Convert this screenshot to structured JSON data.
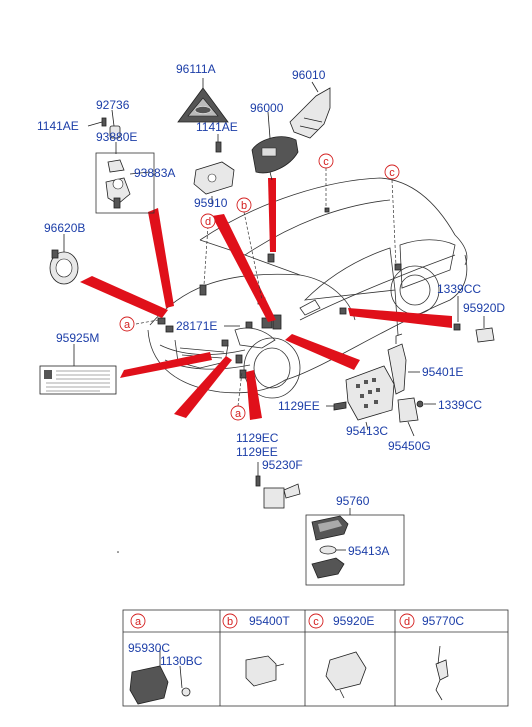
{
  "part_labels": {
    "p96111A": "96111A",
    "p96010": "96010",
    "p92736": "92736",
    "p96000": "96000",
    "p1141AE_l": "1141AE",
    "p93880E": "93880E",
    "p1141AE_r": "1141AE",
    "p93883A": "93883A",
    "p95910": "95910",
    "p96620B": "96620B",
    "p1339CC_t": "1339CC",
    "p95920D": "95920D",
    "p28171E": "28171E",
    "p95925M": "95925M",
    "p95401E": "95401E",
    "p1129EE_m": "1129EE",
    "p1339CC_m": "1339CC",
    "p95413C": "95413C",
    "p95450G": "95450G",
    "p1129EC": "1129EC",
    "p1129EE_b": "1129EE",
    "p95230F": "95230F",
    "p95760": "95760",
    "p95413A": "95413A"
  },
  "callouts": {
    "a1": "a",
    "a2": "a",
    "b": "b",
    "c1": "c",
    "c2": "c",
    "d": "d"
  },
  "legend_table": {
    "cells": [
      {
        "letter": "a",
        "part": ""
      },
      {
        "letter": "b",
        "part": "95400T"
      },
      {
        "letter": "c",
        "part": "95920E"
      },
      {
        "letter": "d",
        "part": "95770C"
      }
    ],
    "sub_a_1": "95930C",
    "sub_a_2": "1130BC"
  },
  "colors": {
    "label_blue": "#1c3ea8",
    "pointer_red": "#e0101a",
    "callout_red": "#d42020"
  }
}
